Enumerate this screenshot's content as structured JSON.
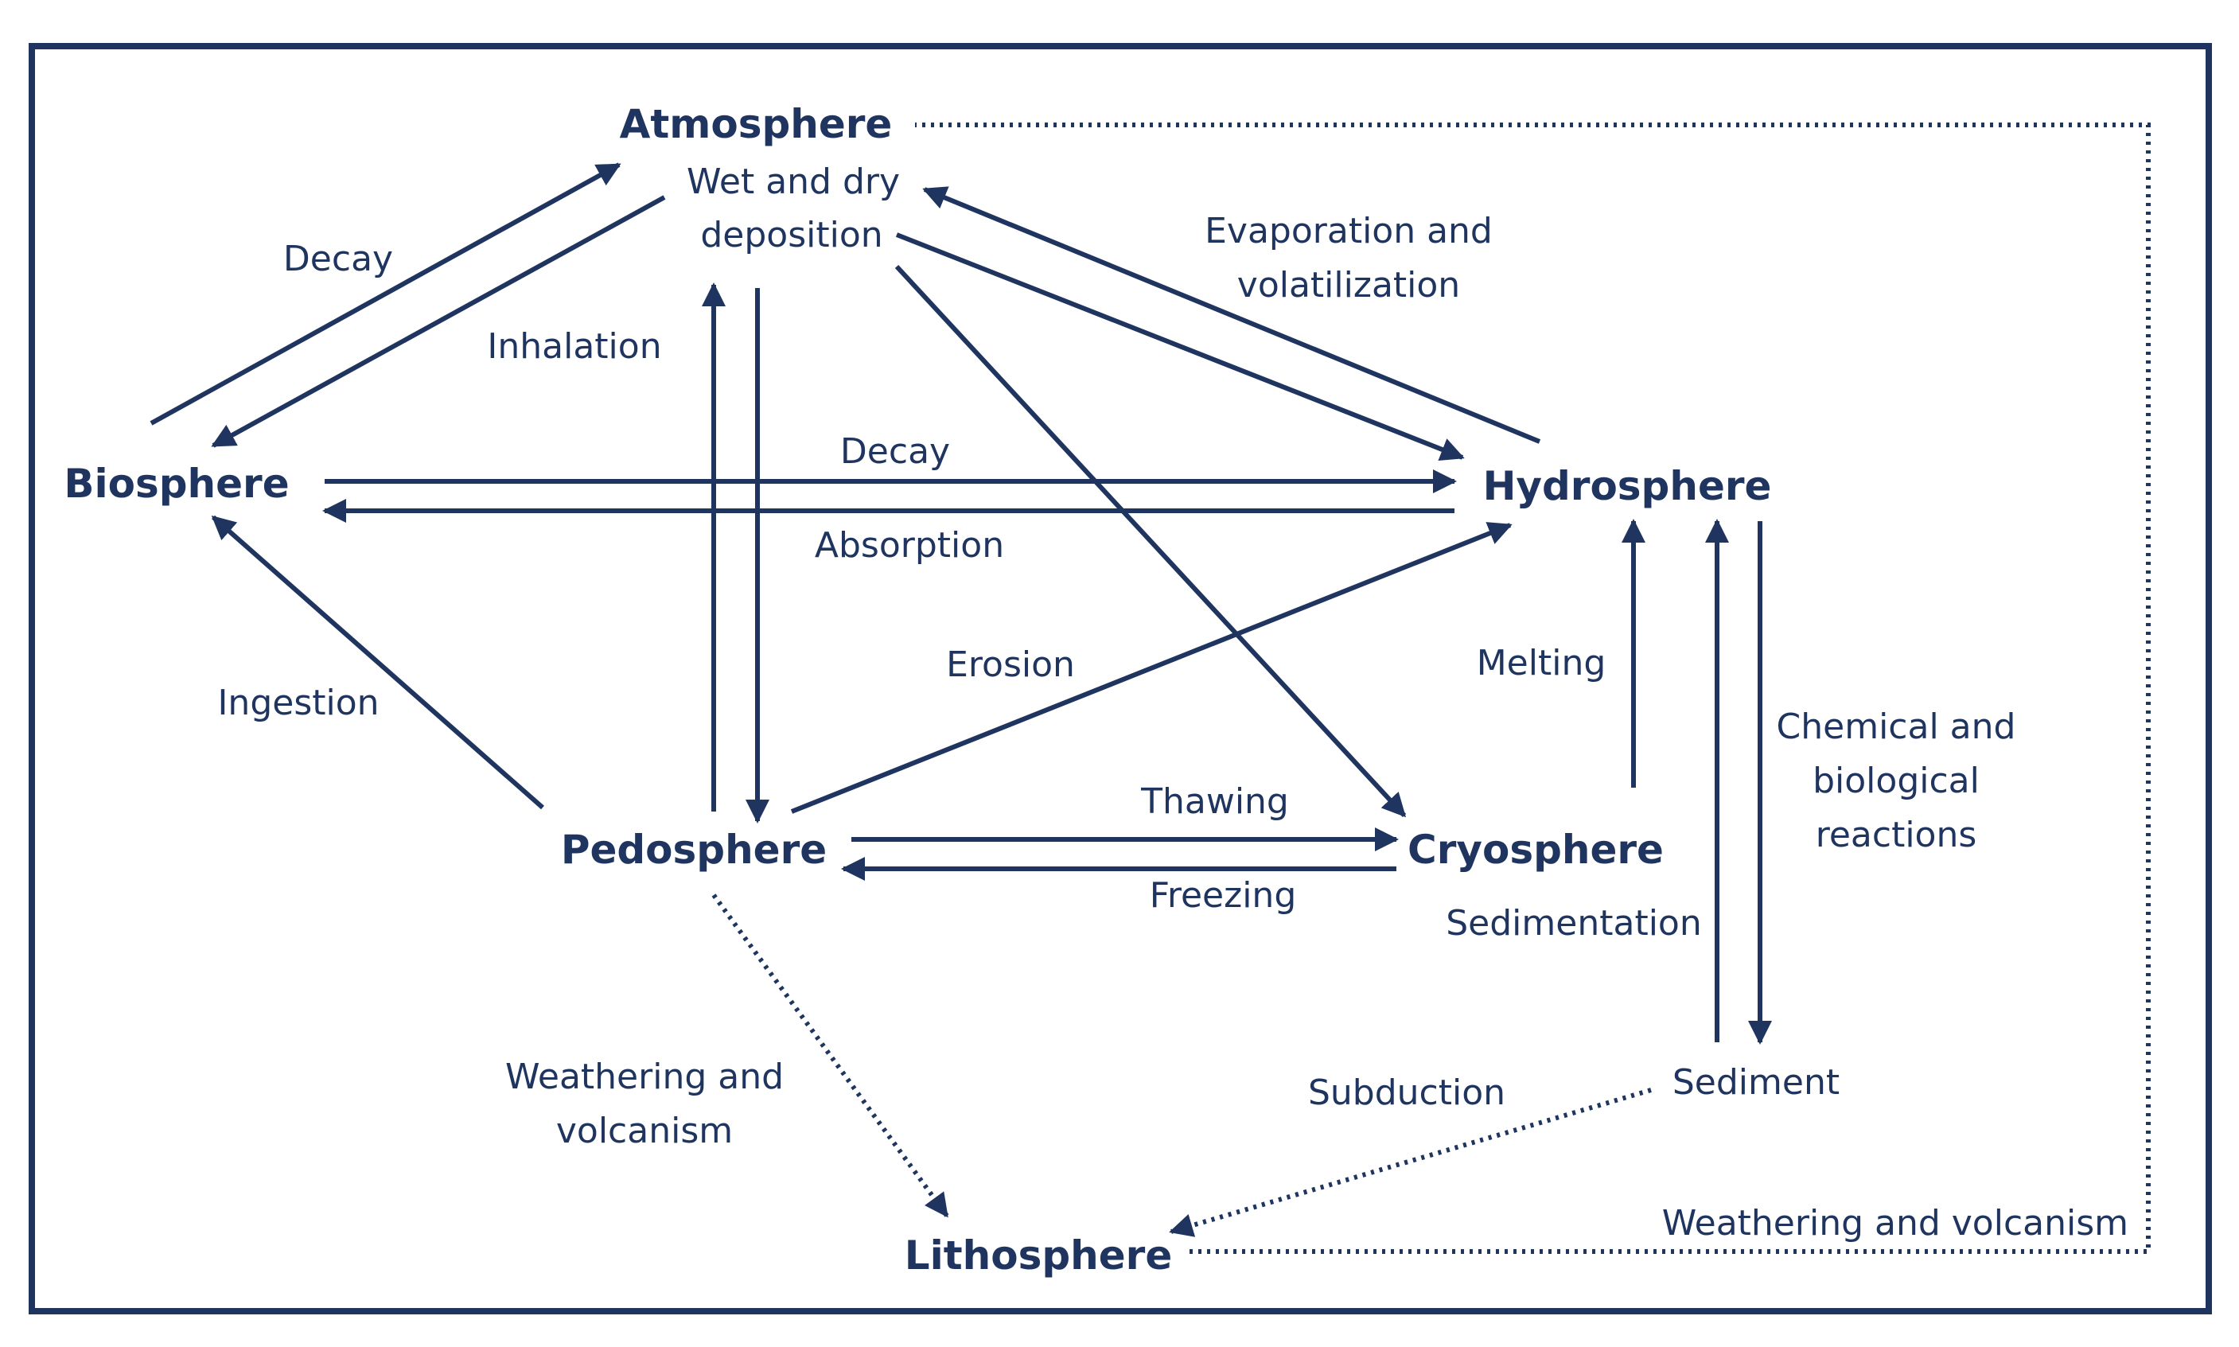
{
  "nodes": {
    "atmosphere": "Atmosphere",
    "biosphere": "Biosphere",
    "hydrosphere": "Hydrosphere",
    "pedosphere": "Pedosphere",
    "cryosphere": "Cryosphere",
    "lithosphere": "Lithosphere",
    "sediment": "Sediment"
  },
  "labels": {
    "wet_dry_1": "Wet and dry",
    "wet_dry_2": "deposition",
    "decay_top": "Decay",
    "inhalation": "Inhalation",
    "evaporation_1": "Evaporation and",
    "evaporation_2": "volatilization",
    "decay_mid": "Decay",
    "absorption": "Absorption",
    "ingestion": "Ingestion",
    "erosion": "Erosion",
    "melting": "Melting",
    "chemical_1": "Chemical and",
    "chemical_2": "biological",
    "chemical_3": "reactions",
    "thawing": "Thawing",
    "freezing": "Freezing",
    "sedimentation": "Sedimentation",
    "weathering_left_1": "Weathering and",
    "weathering_left_2": "volcanism",
    "subduction": "Subduction",
    "weathering_right": "Weathering and volcanism"
  },
  "colors": {
    "ink": "#1f3560",
    "background": "#ffffff"
  }
}
